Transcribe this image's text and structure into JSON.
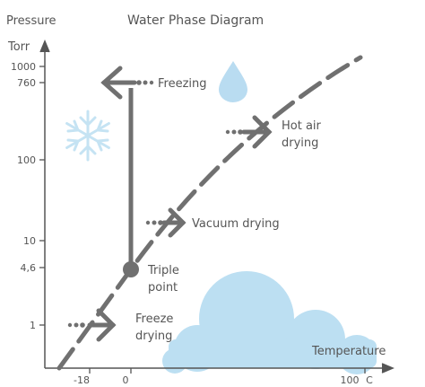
{
  "title": "Water Phase Diagram",
  "y_axis": {
    "label": "Pressure",
    "unit": "Torr",
    "ticks": [
      "1000",
      "760",
      "100",
      "10",
      "4,6",
      "1"
    ]
  },
  "x_axis": {
    "label": "Temperature",
    "ticks": [
      "-18",
      "0",
      "100"
    ],
    "unit": "C"
  },
  "labels": {
    "freezing": "Freezing",
    "hot_air_1": "Hot air",
    "hot_air_2": "drying",
    "vacuum": "Vacuum drying",
    "triple_1": "Triple",
    "triple_2": "point",
    "freeze_1": "Freeze",
    "freeze_2": "drying"
  },
  "icons": {
    "ice": "snowflake-icon",
    "water": "water-drop-icon",
    "vapor": "cloud-icon"
  },
  "colors": {
    "axis": "#555555",
    "curve": "#707070",
    "ice": "#c5e3f3",
    "water": "#b9dcf1",
    "cloud": "#bcdff2"
  }
}
